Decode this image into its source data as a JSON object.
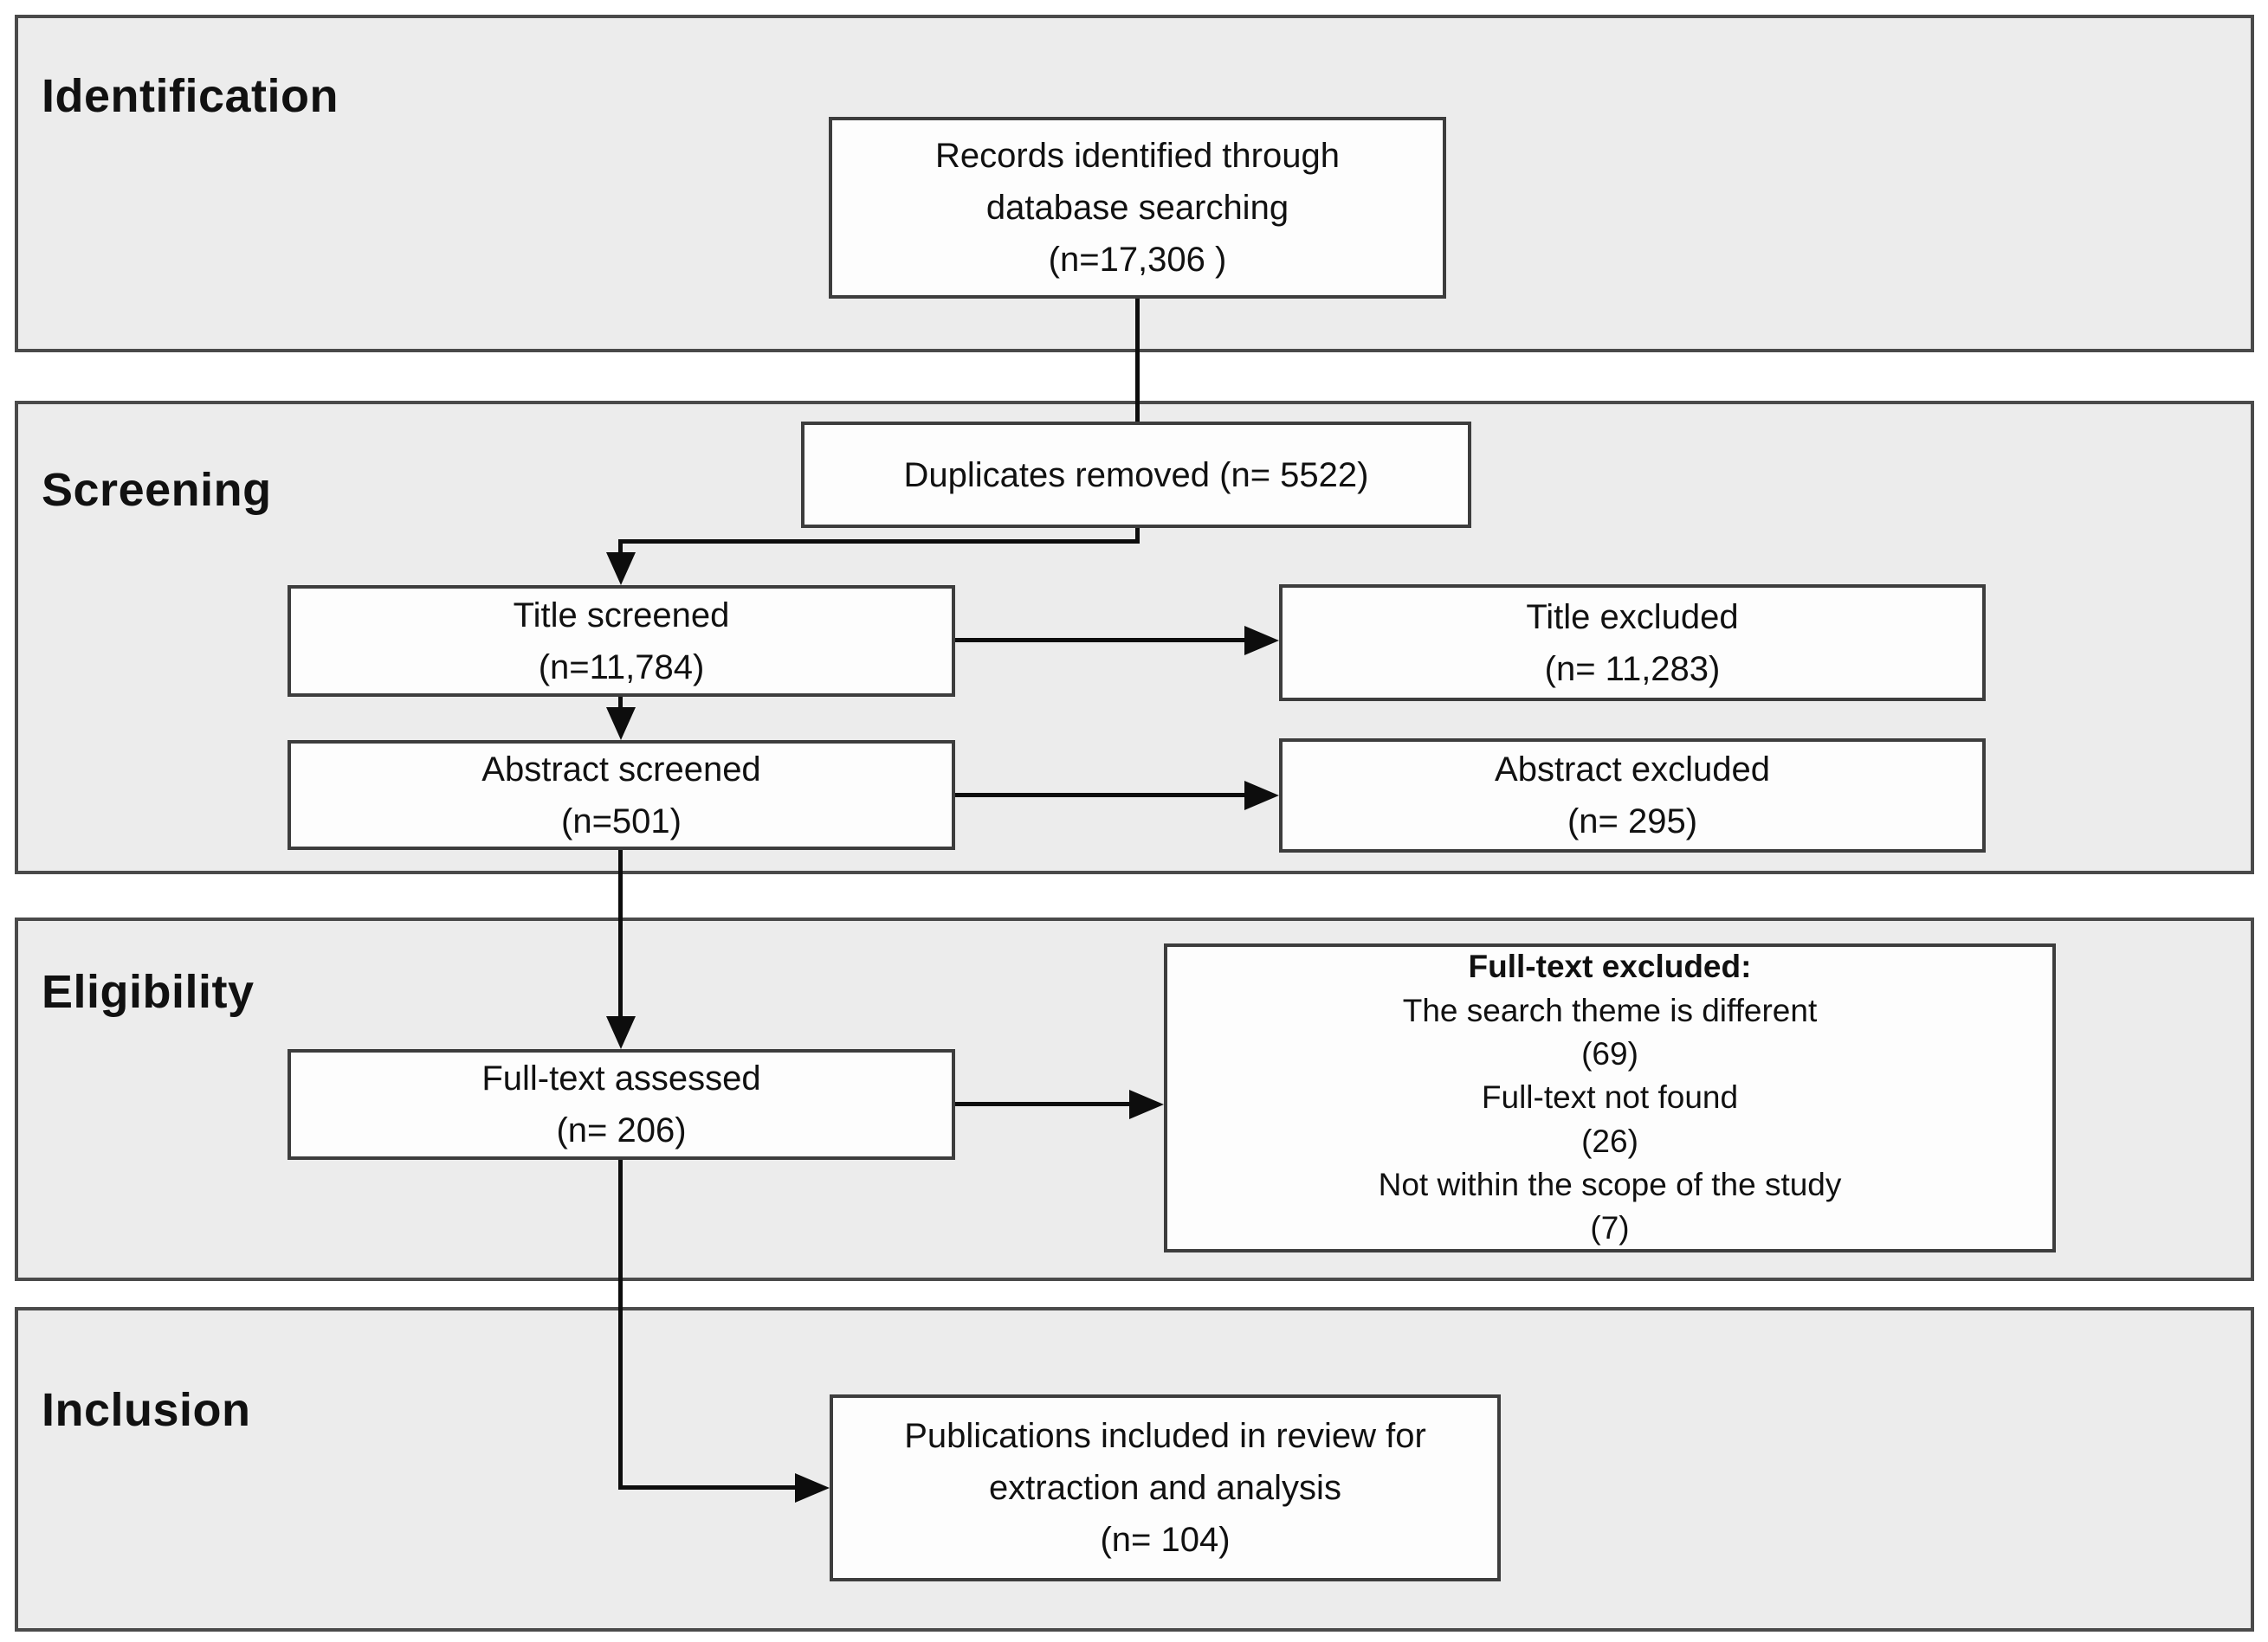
{
  "sections": {
    "identification": {
      "label": "Identification"
    },
    "screening": {
      "label": "Screening"
    },
    "eligibility": {
      "label": "Eligibility"
    },
    "inclusion": {
      "label": "Inclusion"
    }
  },
  "boxes": {
    "records": {
      "lines": [
        "Records identified through",
        "database searching",
        "(n=17,306 )"
      ]
    },
    "duplicates": {
      "lines": [
        "Duplicates removed (n= 5522)"
      ]
    },
    "title_screened": {
      "lines": [
        "Title screened",
        "(n=11,784)"
      ]
    },
    "title_excluded": {
      "lines": [
        "Title excluded",
        "(n= 11,283)"
      ]
    },
    "abstract_screened": {
      "lines": [
        "Abstract screened",
        "(n=501)"
      ]
    },
    "abstract_excluded": {
      "lines": [
        "Abstract excluded",
        "(n= 295)"
      ]
    },
    "fulltext_assessed": {
      "lines": [
        "Full-text assessed",
        "(n= 206)"
      ]
    },
    "fulltext_excluded": {
      "heading": "Full-text excluded:",
      "lines": [
        "The search theme is different",
        "(69)",
        "Full-text not found",
        "(26)",
        "Not within the scope of the study",
        "(7)"
      ]
    },
    "publications": {
      "lines": [
        "Publications included in review for",
        "extraction and analysis",
        "(n= 104)"
      ]
    }
  },
  "colors": {
    "page_bg": "#ffffff",
    "section_fill": "#ececec",
    "section_border": "#4a4a4a",
    "box_fill": "#fdfdfd",
    "box_border": "#3d3d3d",
    "connector": "#0d0d0d",
    "text": "#111111"
  }
}
